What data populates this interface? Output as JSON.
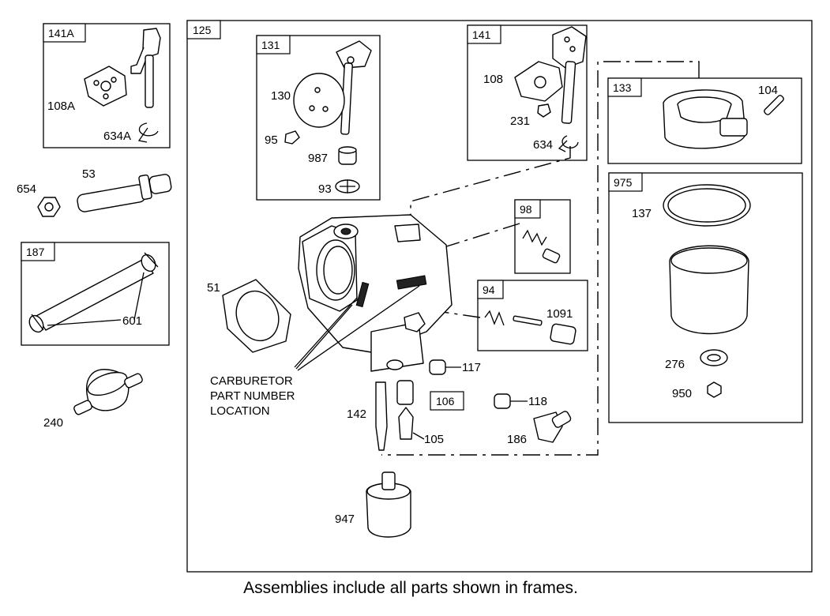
{
  "assembly_frames": {
    "f125": "125",
    "f131": "131",
    "f141": "141",
    "f141A": "141A",
    "f187": "187",
    "f133": "133",
    "f975": "975",
    "f98": "98",
    "f94": "94",
    "f106": "106"
  },
  "part_labels": {
    "p108A": "108A",
    "p634A": "634A",
    "p53": "53",
    "p654": "654",
    "p601": "601",
    "p240": "240",
    "p130": "130",
    "p95": "95",
    "p987": "987",
    "p93": "93",
    "p108": "108",
    "p231": "231",
    "p634": "634",
    "p104": "104",
    "p137": "137",
    "p276": "276",
    "p950": "950",
    "p51": "51",
    "p1091": "1091",
    "p117": "117",
    "p142": "142",
    "p105": "105",
    "p118": "118",
    "p186": "186",
    "p947": "947"
  },
  "callout": {
    "line1": "CARBURETOR",
    "line2": "PART NUMBER",
    "line3": "LOCATION"
  },
  "footer": "Assemblies include all parts shown in frames."
}
